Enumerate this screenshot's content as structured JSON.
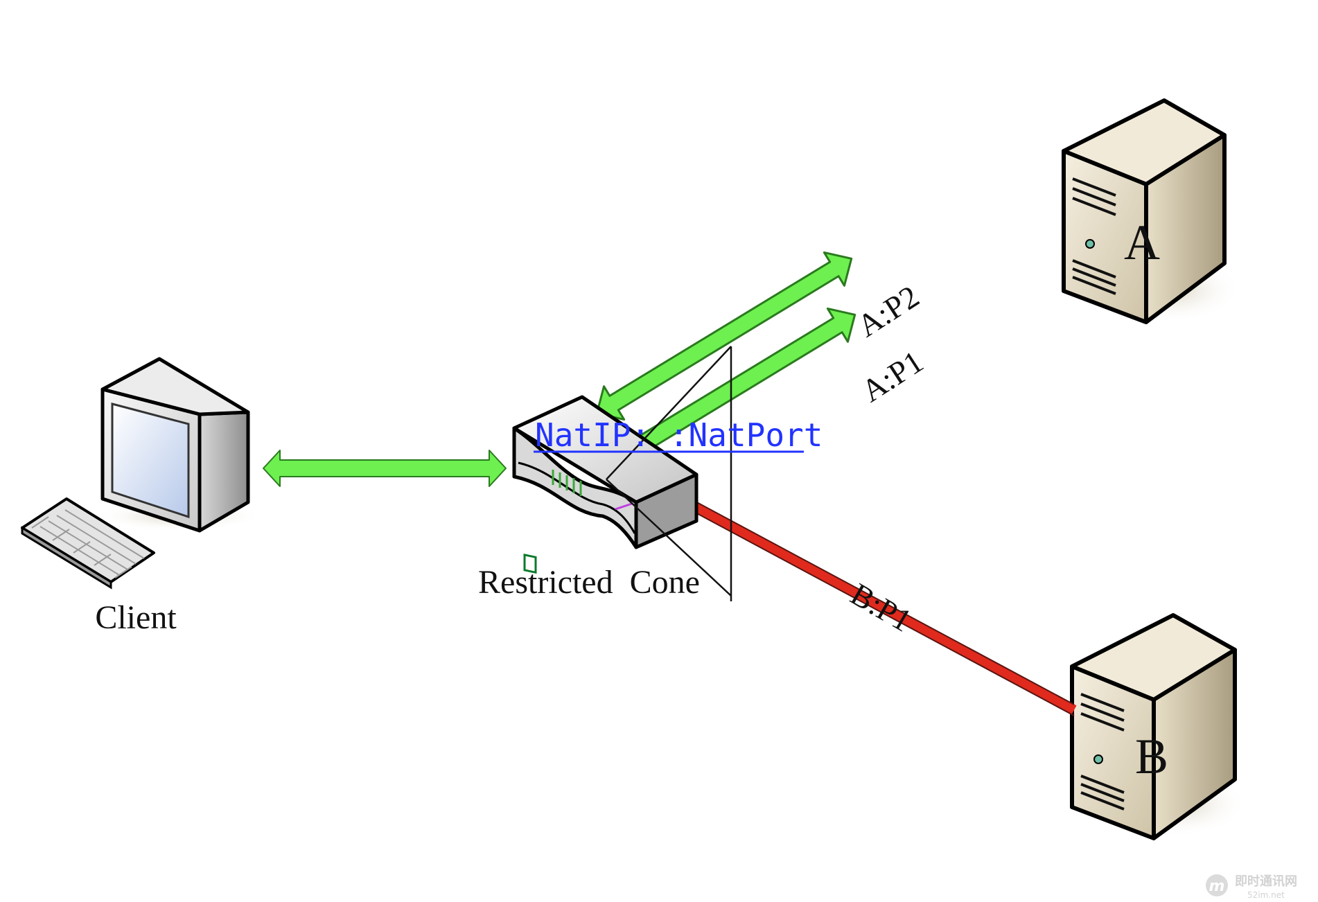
{
  "nodes": {
    "client_label": "Client",
    "nat_label": "Restricted  Cone",
    "nat_address": "NatIP: :NatPort",
    "server_a_label": "A",
    "server_b_label": "B"
  },
  "links": {
    "a_p2": "A:P2",
    "a_p1": "A:P1",
    "b_p1": "B:P1"
  },
  "colors": {
    "allowed_link": "#6ef050",
    "blocked_link": "#e02a1e",
    "nat_text": "#2233ff"
  },
  "watermark": {
    "logo_glyph": "m",
    "site_cn": "即时通讯网",
    "site_url": "52im.net"
  }
}
